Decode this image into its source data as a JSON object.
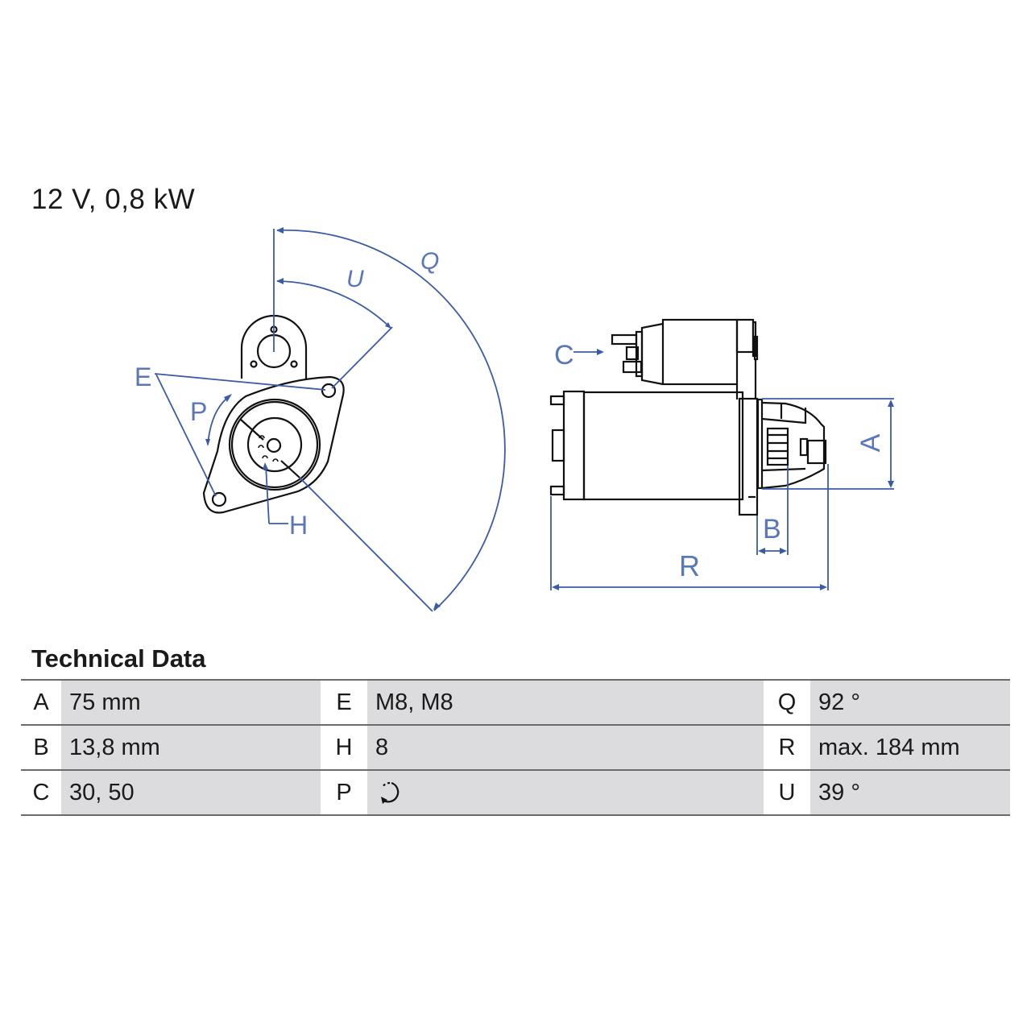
{
  "header": {
    "title": "12 V, 0,8 kW"
  },
  "colors": {
    "dimension_blue": "#3a5ba8",
    "line_black": "#111111",
    "cell_gray": "#dcdcde",
    "rule_gray": "#6b6b6b"
  },
  "diagram": {
    "front_view_labels": {
      "Q": "Q",
      "U": "U",
      "E": "E",
      "P": "P",
      "H": "H"
    },
    "side_view_labels": {
      "C": "C",
      "A": "A",
      "B": "B",
      "R": "R"
    }
  },
  "technical_data": {
    "title": "Technical Data",
    "rows": [
      [
        {
          "key": "A",
          "value": "75 mm"
        },
        {
          "key": "E",
          "value": "M8, M8"
        },
        {
          "key": "Q",
          "value": "92 °"
        }
      ],
      [
        {
          "key": "B",
          "value": "13,8 mm"
        },
        {
          "key": "H",
          "value": "8"
        },
        {
          "key": "R",
          "value": "max. 184 mm"
        }
      ],
      [
        {
          "key": "C",
          "value": "30, 50"
        },
        {
          "key": "P",
          "value": "",
          "icon": "rotation-direction-counterclockwise-icon"
        },
        {
          "key": "U",
          "value": "39 °"
        }
      ]
    ]
  }
}
